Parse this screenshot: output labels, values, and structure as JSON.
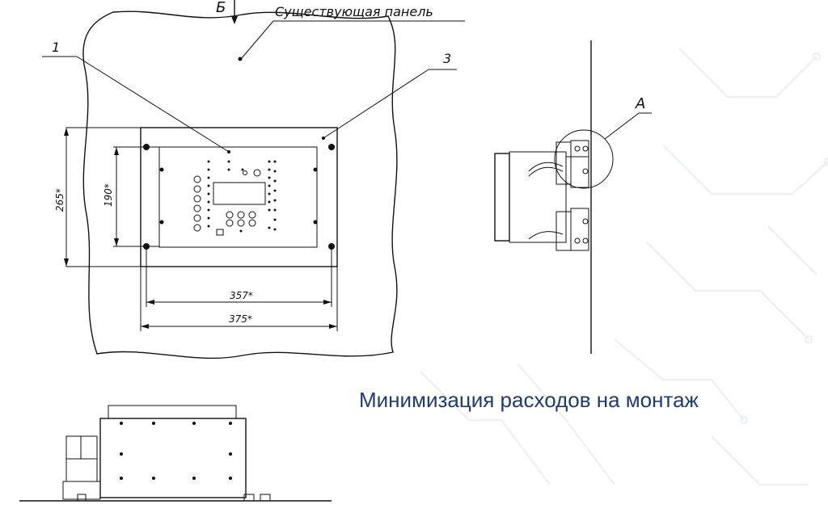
{
  "slide": {
    "title": "Минимизация расходов на монтаж",
    "title_color": "#1f3b73"
  },
  "drawing": {
    "view_arrow_label": "Б",
    "panel_label": "Существующая панель",
    "callout_1": "1",
    "callout_3": "3",
    "callout_a": "А",
    "dims": {
      "height_outer": "265*",
      "height_inner": "190*",
      "width_inner": "357*",
      "width_outer": "375*"
    }
  }
}
